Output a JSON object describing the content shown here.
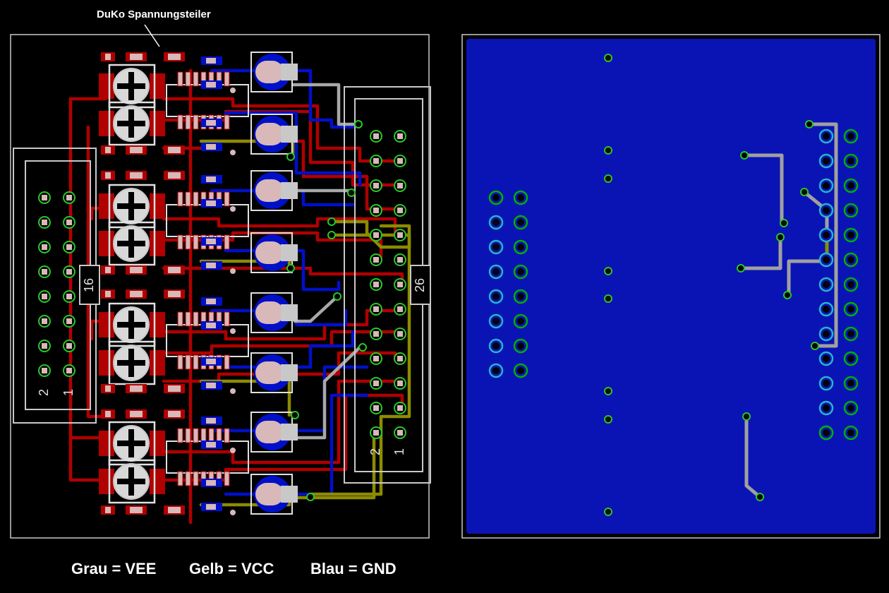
{
  "title": "DuKo Spannungsteiler",
  "legend": {
    "grau": "Grau = VEE",
    "gelb": "Gelb = VCC",
    "blau": "Blau = GND"
  },
  "connector_left": {
    "pin_count": "16",
    "pin_a": "2",
    "pin_b": "1"
  },
  "connector_right": {
    "pin_count": "26",
    "pin_a": "2",
    "pin_b": "1"
  },
  "colors": {
    "background": "#000000",
    "outline": "#c8c8c8",
    "top_copper": "#b00000",
    "bottom_copper": "#0010c8",
    "vee_trace": "#a8a8a8",
    "vcc_trace": "#8c8c00",
    "pad": "#d8b8b8",
    "via": "#28c828",
    "ground_plane": "#0a14b4"
  }
}
